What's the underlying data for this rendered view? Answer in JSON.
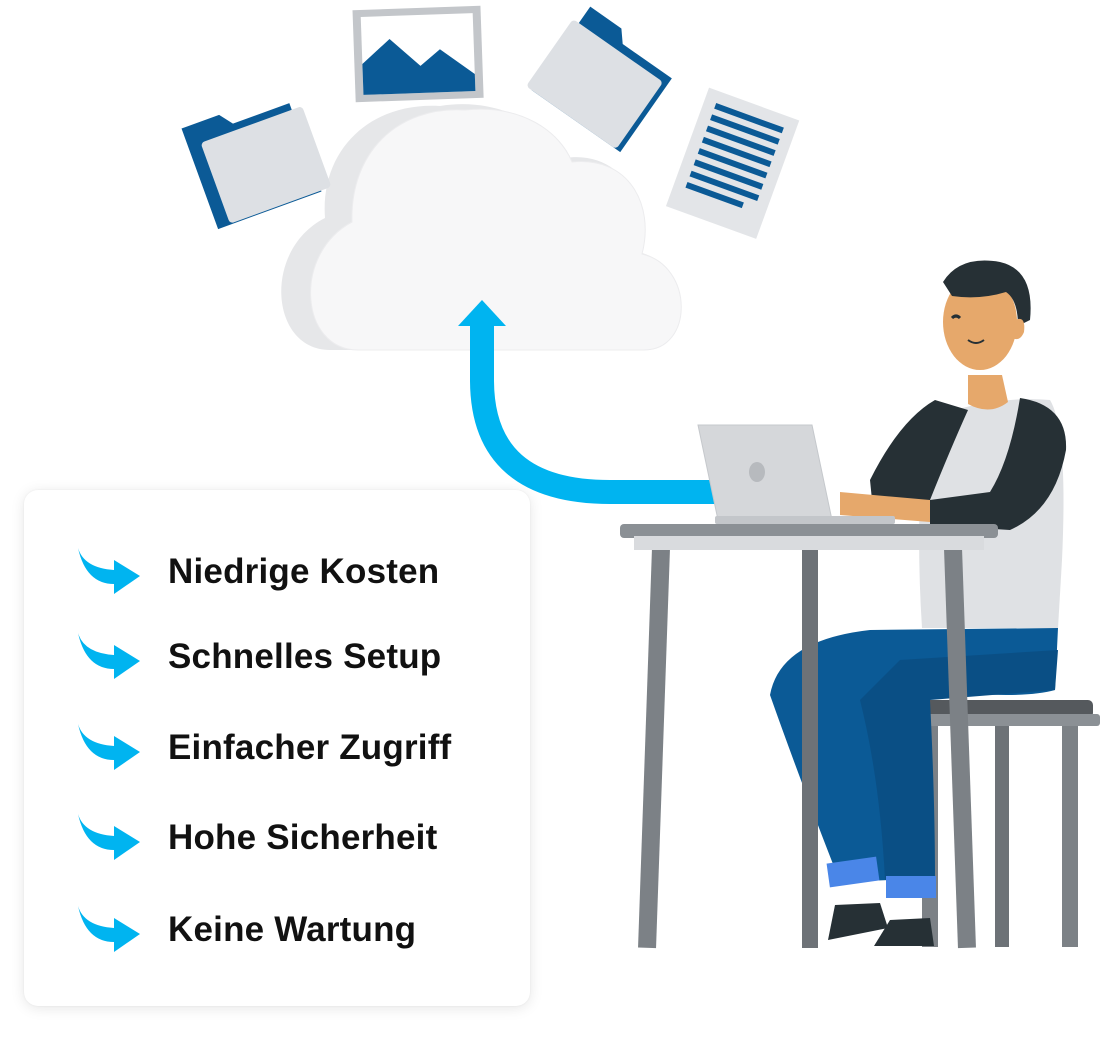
{
  "colors": {
    "accent": "#00b4f0",
    "brand_blue": "#0b5a96",
    "text": "#111111"
  },
  "illustration": {
    "icons": [
      "folder-icon",
      "image-icon",
      "folder-icon",
      "document-icon",
      "cloud-icon",
      "upload-arrow-icon",
      "laptop-icon"
    ]
  },
  "benefits": {
    "items": [
      {
        "label": "Niedrige Kosten",
        "icon": "arrow-icon"
      },
      {
        "label": "Schnelles Setup",
        "icon": "arrow-icon"
      },
      {
        "label": "Einfacher Zugriff",
        "icon": "arrow-icon"
      },
      {
        "label": "Hohe Sicherheit",
        "icon": "arrow-icon"
      },
      {
        "label": "Keine Wartung",
        "icon": "arrow-icon"
      }
    ]
  }
}
